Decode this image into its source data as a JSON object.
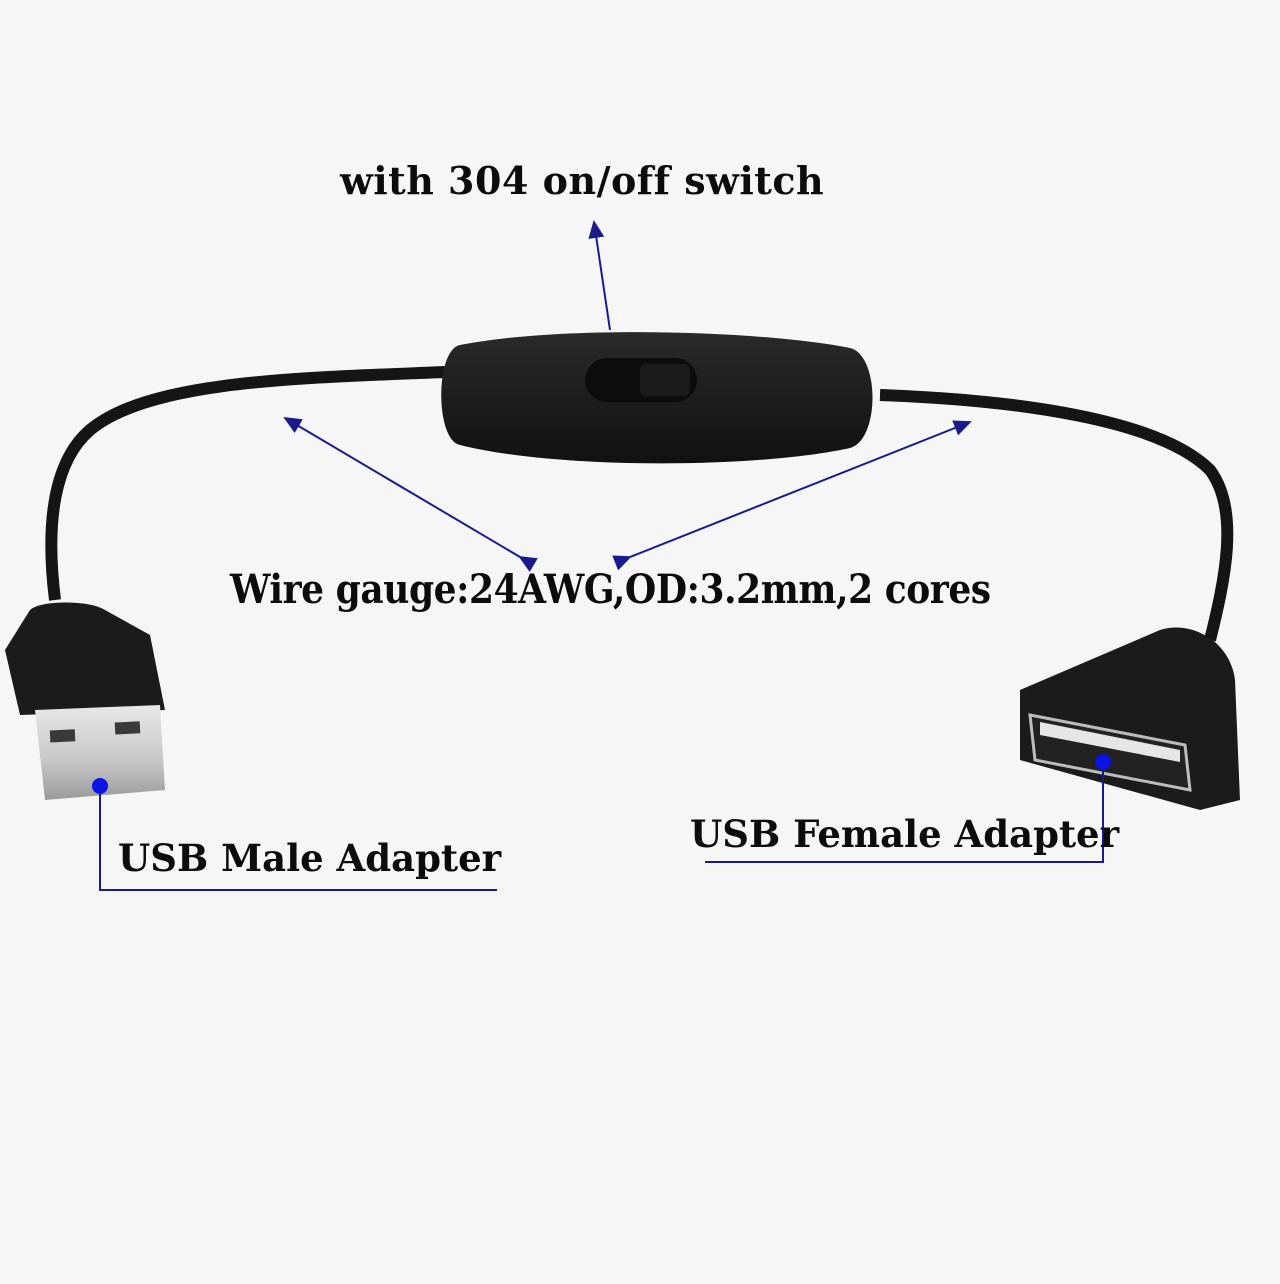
{
  "image": {
    "description": "Product photo of a black USB extension cable with inline on/off switch, annotated with callouts",
    "background_color": "#f6f6f6"
  },
  "annotations": {
    "switch": "with 304 on/off switch",
    "wire": "Wire gauge:24AWG,OD:3.2mm,2 cores",
    "male": "USB Male Adapter",
    "female": "USB Female Adapter"
  },
  "colors": {
    "annotation_line": "#1a1a8c",
    "callout_dot": "#0a14e6",
    "cable": "#151515",
    "metal": "#c9c9c9"
  }
}
